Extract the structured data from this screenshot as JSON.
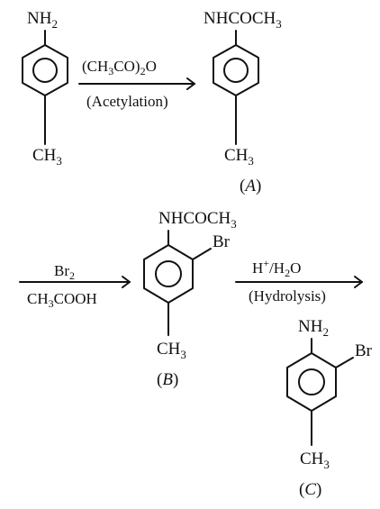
{
  "reaction_scheme": {
    "step1": {
      "reactant": {
        "top_group": "NH2",
        "bottom_group": "CH3"
      },
      "reagent": {
        "above": "(CH3CO)2O",
        "below": "(Acetylation)"
      },
      "product": {
        "top_group": "NHCOCH3",
        "bottom_group": "CH3",
        "label": "(A)"
      }
    },
    "step2": {
      "reagent": {
        "above": "Br2",
        "below": "CH3COOH"
      },
      "product": {
        "top_group": "NHCOCH3",
        "side_group": "Br",
        "bottom_group": "CH3",
        "label": "(B)"
      }
    },
    "step3": {
      "reagent": {
        "above": "H+/H2O",
        "below": "(Hydrolysis)"
      },
      "product": {
        "top_group": "NH2",
        "side_group": "Br",
        "bottom_group": "CH3",
        "label": "(C)"
      }
    }
  }
}
